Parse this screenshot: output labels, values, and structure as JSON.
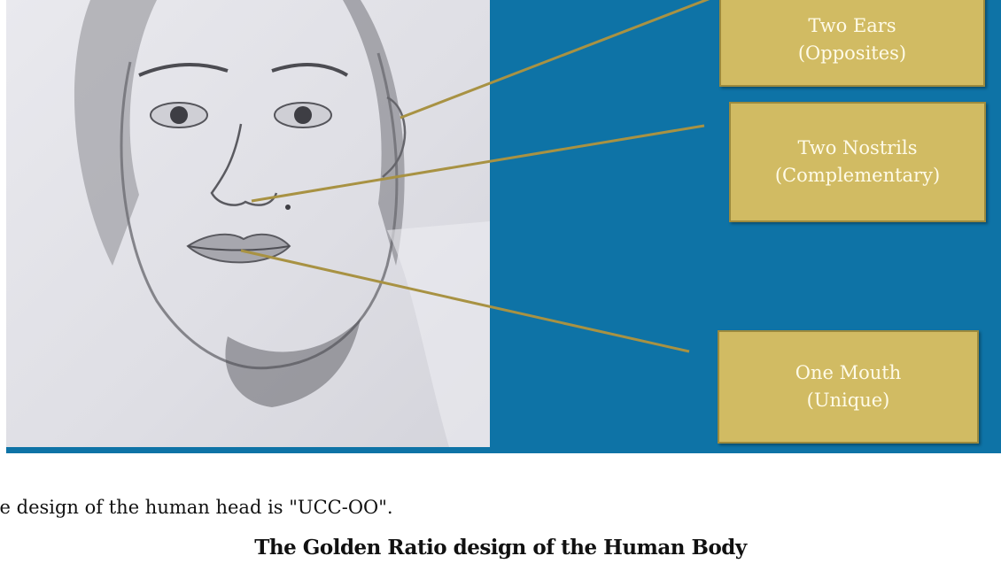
{
  "figure": {
    "labels": [
      {
        "line1": "Two Ears",
        "line2": "(Opposites)"
      },
      {
        "line1": "Two Nostrils",
        "line2": "(Complementary)"
      },
      {
        "line1": "One Mouth",
        "line2": "(Unique)"
      }
    ],
    "colors": {
      "panel_blue": "#0e73a6",
      "label_gold": "#d1bb63",
      "leader_line": "#a89243"
    }
  },
  "text": {
    "caption": "he design of the human head is \"UCC-OO\".",
    "section_title": "The Golden Ratio design of the Human Body",
    "clipped_line": "                                                              "
  }
}
